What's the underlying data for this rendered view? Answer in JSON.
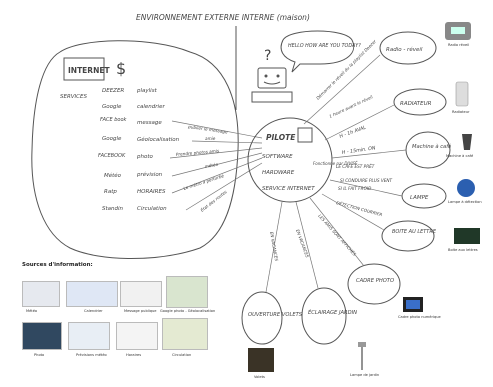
{
  "title": "ENVIRONNEMENT EXTERNE   INTERNE (maison)",
  "internet": {
    "label": "INTERNET",
    "symbol": "$",
    "services_label": "SERVICES",
    "providers": [
      "DEEZER",
      "Google",
      "FACE book",
      "Google",
      "FACEBOOK",
      "Météo",
      "Ratp",
      "Standin"
    ],
    "services": [
      "playlist",
      "calendrier",
      "message",
      "Géolocalisation",
      "photo",
      "prévision",
      "HORAIRES",
      "Circulation"
    ]
  },
  "links_in": [
    "publier le message",
    "amie",
    "Prendre photos amis",
    "météo",
    "Le métro a perturbé",
    "État des routes"
  ],
  "bubble": "HELLO HOW ARE YOU TODAY?",
  "pilote": {
    "label": "PILOTE",
    "items": [
      "SOFTWARE",
      "HARDWARE",
      "SERVICE INTERNET"
    ],
    "side_note": "Fonctionne par DIVISÉ"
  },
  "outputs": {
    "radio": "Radio - réveil",
    "radiateur": "RADIATEUR",
    "cafe": "Machine à café",
    "lampe": "LAMPE",
    "boite": "BOITE AU LETTRE",
    "photo": "CADRE PHOTO",
    "volets": "OUVERTURE VOLETS",
    "eclairage": "ÉCLAIRAGE JARDIN"
  },
  "link_labels": {
    "radio": "Démarrer le réveil du la playlist Deezer",
    "radiateur_1": "1 heure avant le réveil",
    "radiateur_2": "H - 1h AVAL",
    "cafe_1": "H - 15min. ON",
    "cafe_2": "LE CAFÉ EST PRÊT",
    "lampe_1": "SI CONDUIRE PLUS VENT",
    "lampe_2": "SI IL FAIT FROID",
    "boite": "DÉTECTION COURRIER",
    "photo": "LES AMIS SONT AFFICHÉS",
    "volets": "EN VACANCES",
    "eclairage": "EN VACANCES"
  },
  "sources": {
    "title": "Sources d'information:",
    "captions": [
      "Météo",
      "Calendrier",
      "Message publique",
      "Google photo - Géolocalisation",
      "Photo",
      "Prévisions météo",
      "Horaires",
      "Circulation"
    ]
  },
  "devices": [
    "Radio réveil",
    "Radiateur",
    "Machine à café",
    "Lampe à détection",
    "Boite aux lettres",
    "Cadre photo numérique",
    "Volets",
    "Lampe de jardin"
  ]
}
